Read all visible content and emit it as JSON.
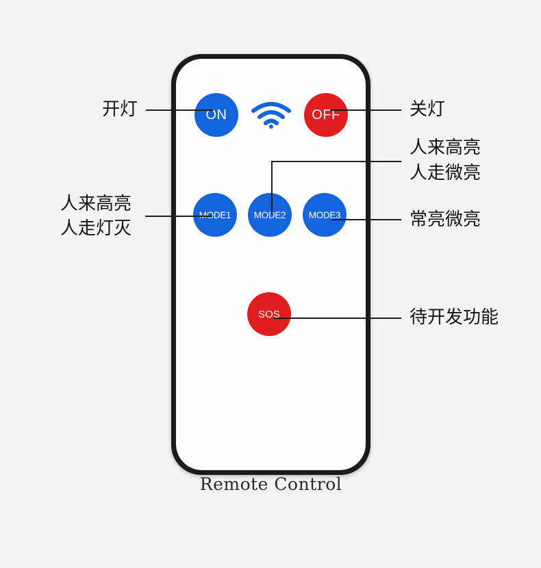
{
  "remote": {
    "title": "Remote Control",
    "signal_icon": "wifi-icon"
  },
  "buttons": {
    "on": "ON",
    "off": "OFF",
    "mode1": "MODE1",
    "mode2": "MODE2",
    "mode3": "MODE3",
    "sos": "SOS"
  },
  "labels": {
    "on": "开灯",
    "off": "关灯",
    "mode1_line1": "人来高亮",
    "mode1_line2": "人走灯灭",
    "mode2_line1": "人来高亮",
    "mode2_line2": "人走微亮",
    "mode3": "常亮微亮",
    "sos": "待开发功能"
  },
  "colors": {
    "button_blue": "#1465dc",
    "button_red": "#e11c1f",
    "remote_body": "#1b1b1b",
    "remote_face": "#fdfdfd"
  }
}
